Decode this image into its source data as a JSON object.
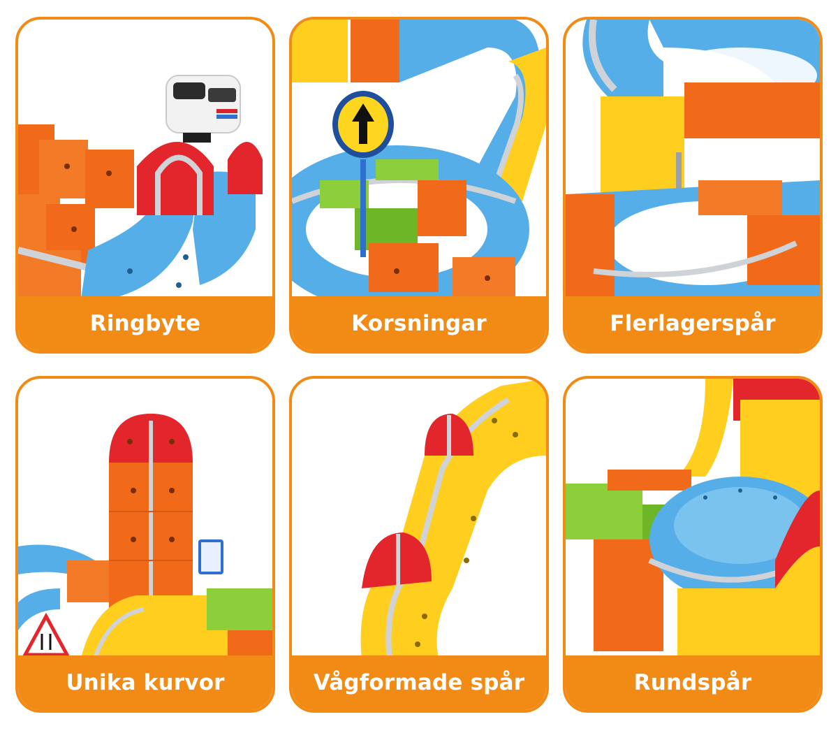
{
  "colors": {
    "card_border": "#f28a16",
    "label_band": "#f28a16",
    "label_text": "#ffffff",
    "track_blue": "#55aee8",
    "track_orange": "#f06a1a",
    "track_yellow": "#ffce1f",
    "track_red": "#e3262b",
    "track_green": "#8ccf3a",
    "rail_silver": "#cfd3d8"
  },
  "cards": [
    {
      "label": "Ringbyte",
      "scene": "train-on-looping-track"
    },
    {
      "label": "Korsningar",
      "scene": "crossing-with-arrow-sign"
    },
    {
      "label": "Flerlagerspår",
      "scene": "multi-level-track-with-supports"
    },
    {
      "label": "Unika kurvor",
      "scene": "tall-curved-track-tower"
    },
    {
      "label": "Vågformade spår",
      "scene": "wave-shaped-track"
    },
    {
      "label": "Rundspår",
      "scene": "round-track-loop"
    }
  ]
}
